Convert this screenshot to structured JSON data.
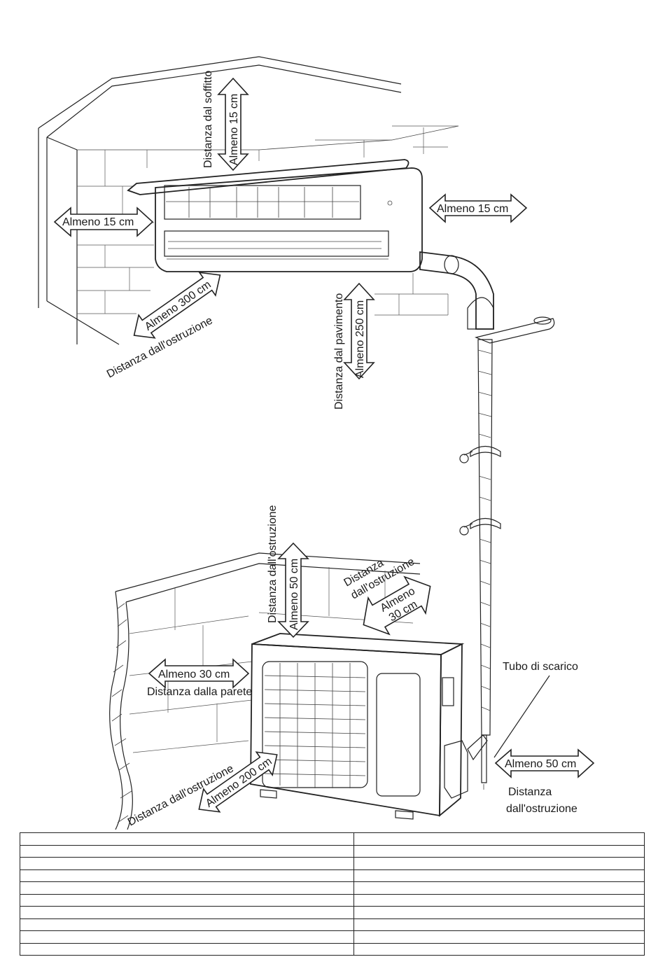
{
  "indoor": {
    "ceiling_distance_label": "Distanza dal soffitto",
    "ceiling_min": "Almeno 15 cm",
    "left_min": "Almeno 15 cm",
    "right_min": "Almeno 15 cm",
    "front_min": "Almeno 300 cm",
    "front_obstruction_label": "Distanza dall'ostruzione",
    "floor_distance_label": "Distanza dal pavimento",
    "floor_min": "Almeno 250 cm"
  },
  "outdoor": {
    "top_obstruction_label": "Distanza dall'ostruzione",
    "top_min": "Almeno 50 cm",
    "back_obstruction_label_1": "Distanza",
    "back_obstruction_label_2": "dall'ostruzione",
    "back_min_1": "Almeno",
    "back_min_2": "30 cm",
    "wall_min": "Almeno 30 cm",
    "wall_distance_label": "Distanza dalla parete",
    "front_obstruction_label": "Distanza dall'ostruzione",
    "front_min": "Almeno 200 cm",
    "right_min": "Almeno 50 cm",
    "right_obstruction_label_1": "Distanza",
    "right_obstruction_label_2": "dall'ostruzione",
    "drain_pipe_label": "Tubo di scarico"
  },
  "table": {
    "rows": 10,
    "columns": 2
  }
}
